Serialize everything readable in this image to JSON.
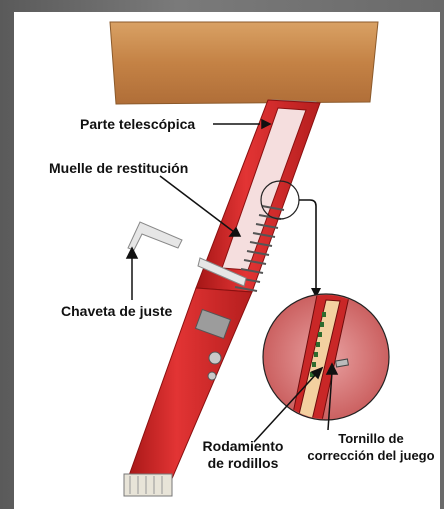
{
  "labels": {
    "telescopic": "Parte telescópica",
    "spring": "Muelle de restitución",
    "key": "Chaveta de juste",
    "bearing_line1": "Rodamiento",
    "bearing_line2": "de rodillos",
    "screw_line1": "Tornillo de",
    "screw_line2": "corrección del juego"
  },
  "colors": {
    "background": "#6f6f6f",
    "panel": "#ffffff",
    "steering_red": "#d42a2a",
    "wood": "#c98a4e"
  }
}
